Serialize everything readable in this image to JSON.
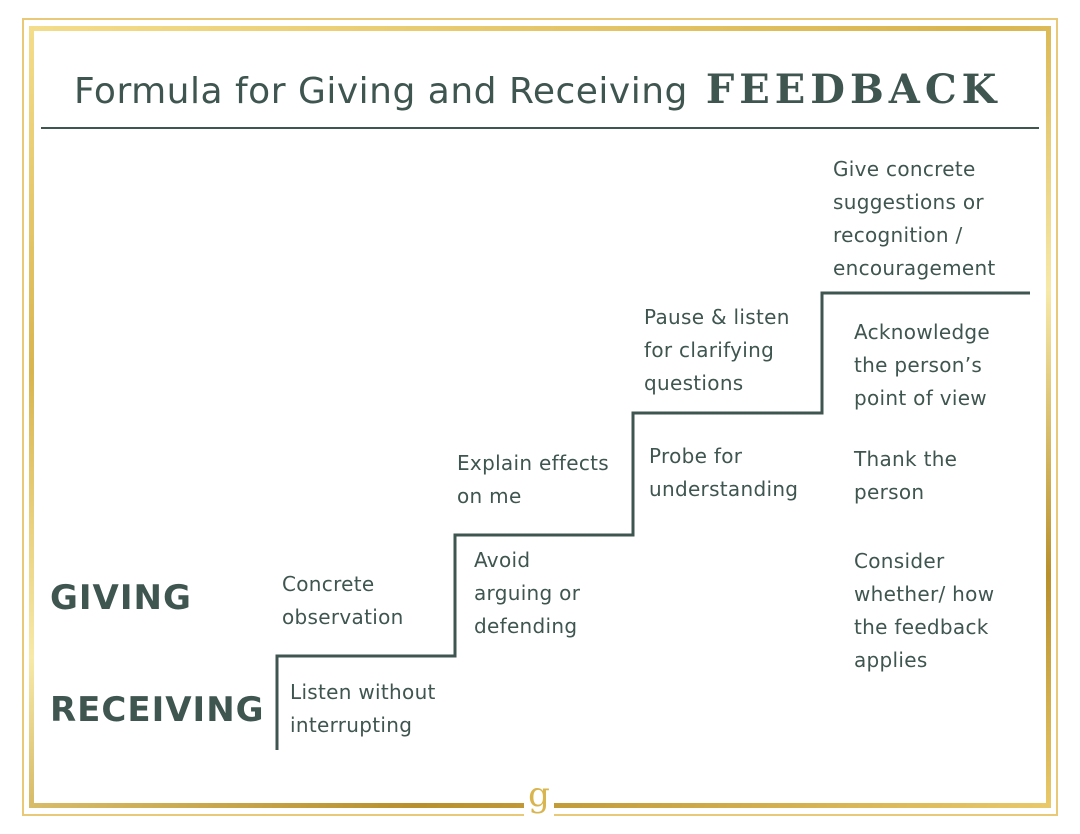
{
  "title": {
    "main": "Formula for Giving and Receiving",
    "accent": "FEEDBACK"
  },
  "labels": {
    "giving": "GIVING",
    "receiving": "RECEIVING"
  },
  "steps": {
    "giving": [
      "Concrete\nobservation",
      "Explain effects\non me",
      "Pause & listen\nfor clarifying\nquestions",
      "Give concrete\nsuggestions or\nrecognition /\nencouragement"
    ],
    "receiving": [
      "Listen without\ninterrupting",
      "Avoid\narguing or\ndefending",
      "Probe for\nunderstanding",
      "Acknowledge\nthe person’s\npoint of view",
      "Thank the\nperson",
      "Consider\nwhether/ how\nthe feedback\napplies"
    ]
  },
  "logo": {
    "glyph": "g"
  }
}
